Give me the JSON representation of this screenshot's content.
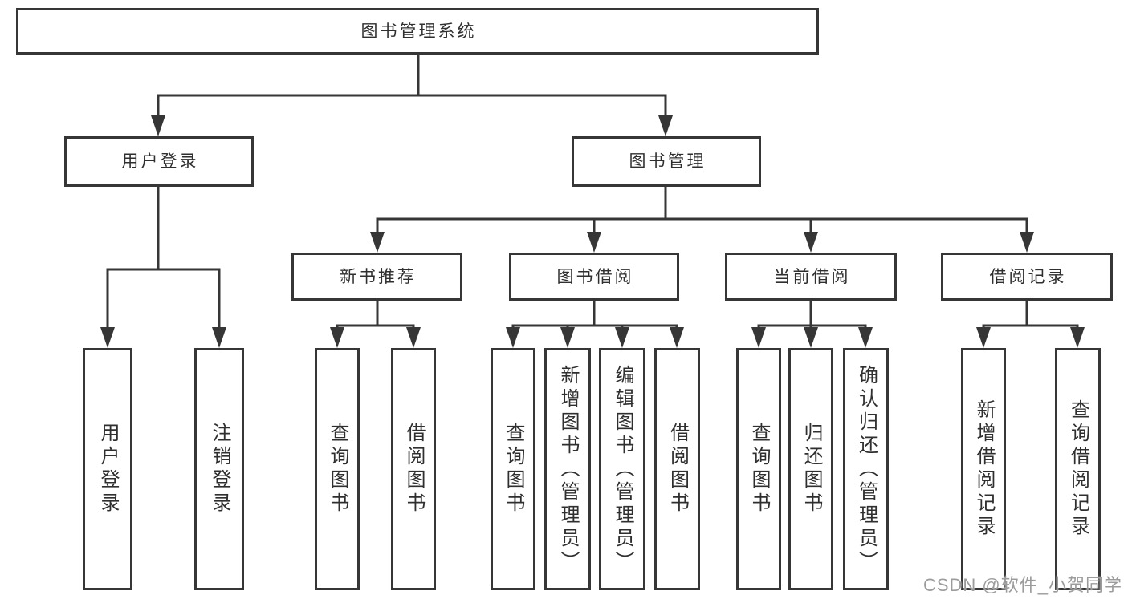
{
  "diagram": {
    "root": {
      "label": "图书管理系统"
    },
    "level2": [
      {
        "label": "用户登录"
      },
      {
        "label": "图书管理"
      }
    ],
    "level3": [
      {
        "label": "新书推荐"
      },
      {
        "label": "图书借阅"
      },
      {
        "label": "当前借阅"
      },
      {
        "label": "借阅记录"
      }
    ],
    "leaves": [
      {
        "label": "用户登录"
      },
      {
        "label": "注销登录"
      },
      {
        "label": "查询图书"
      },
      {
        "label": "借阅图书"
      },
      {
        "label": "查询图书"
      },
      {
        "label": "新增图书（管理员）"
      },
      {
        "label": "编辑图书（管理员）"
      },
      {
        "label": "借阅图书"
      },
      {
        "label": "查询图书"
      },
      {
        "label": "归还图书"
      },
      {
        "label": "确认归还（管理员）"
      },
      {
        "label": "新增借阅记录"
      },
      {
        "label": "查询借阅记录"
      }
    ]
  },
  "watermark": {
    "text": "CSDN @软件_小贺同学"
  },
  "colors": {
    "line": "#363636",
    "text": "#2f2f2f",
    "watermark": "#9c9c9c",
    "background": "#ffffff"
  }
}
